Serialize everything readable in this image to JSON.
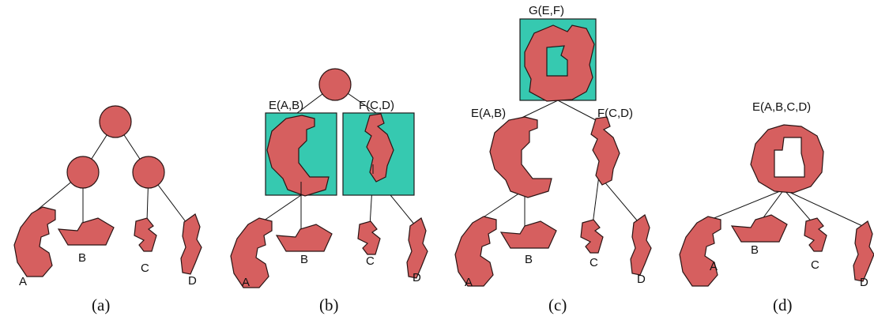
{
  "piece_color": "#d65f5f",
  "box_color": "#36c9b0",
  "labels": {
    "A": "A",
    "B": "B",
    "C": "C",
    "D": "D",
    "EAB": "E(A,B)",
    "FCD": "F(C,D)",
    "GEF": "G(E,F)",
    "EABCD": "E(A,B,C,D)"
  },
  "captions": {
    "a": "(a)",
    "b": "(b)",
    "c": "(c)",
    "d": "(d)"
  }
}
